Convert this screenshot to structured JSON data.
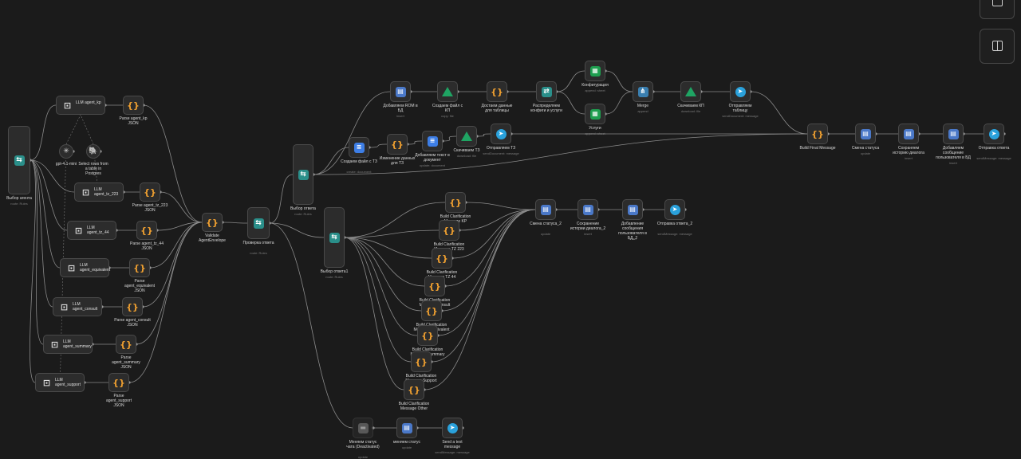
{
  "canvas": {
    "nodes": [
      {
        "id": "route_start",
        "label": "Выбор агента",
        "sub": "route: Rules",
        "icon": "filter",
        "kind": "switch"
      },
      {
        "id": "llm_kp",
        "label": "LLM agent_kp",
        "icon": "robot",
        "kind": "agent"
      },
      {
        "id": "parse_kp",
        "label": "Parse agent_kp JSON",
        "icon": "code"
      },
      {
        "id": "gpt_model",
        "label": "gpt-4.1-mini",
        "icon": "openai",
        "kind": "sub"
      },
      {
        "id": "pg_tool",
        "label": "Select rows from a table in Postgres",
        "icon": "postgres",
        "kind": "sub"
      },
      {
        "id": "llm_tz223",
        "label": "LLM agent_tz_223",
        "icon": "robot",
        "kind": "agent"
      },
      {
        "id": "parse_tz223",
        "label": "Parse agent_tz_223 JSON",
        "icon": "code"
      },
      {
        "id": "llm_tz44",
        "label": "LLM agent_tz_44",
        "icon": "robot",
        "kind": "agent"
      },
      {
        "id": "parse_tz44",
        "label": "Parse agent_tz_44 JSON",
        "icon": "code"
      },
      {
        "id": "llm_equiv",
        "label": "LLM agent_equivalent",
        "icon": "robot",
        "kind": "agent"
      },
      {
        "id": "parse_equiv",
        "label": "Parse agent_equivalent JSON",
        "icon": "code"
      },
      {
        "id": "llm_consult",
        "label": "LLM agent_consult",
        "icon": "robot",
        "kind": "agent"
      },
      {
        "id": "parse_consult",
        "label": "Parse agent_consult JSON",
        "icon": "code"
      },
      {
        "id": "llm_summary",
        "label": "LLM agent_summary",
        "icon": "robot",
        "kind": "agent"
      },
      {
        "id": "parse_summary",
        "label": "Parse agent_summary JSON",
        "icon": "code"
      },
      {
        "id": "llm_support",
        "label": "LLM agent_support",
        "icon": "robot",
        "kind": "agent"
      },
      {
        "id": "parse_support",
        "label": "Parse agent_support JSON",
        "icon": "code"
      },
      {
        "id": "validate",
        "label": "Validate AgentEnvelope",
        "icon": "code"
      },
      {
        "id": "check",
        "label": "Проверка ответа",
        "sub": "route: Rules",
        "icon": "filter"
      },
      {
        "id": "choose",
        "label": "Выбор ответа",
        "sub": "route: Rules",
        "icon": "filter",
        "kind": "switch"
      },
      {
        "id": "choose1",
        "label": "Выбор ответа1",
        "sub": "route: Rules",
        "icon": "filter",
        "kind": "switch"
      },
      {
        "id": "add_rom",
        "label": "Добавляем ROM в БД",
        "sub": "insert",
        "icon": "db"
      },
      {
        "id": "create_kp",
        "label": "Создаем файл с КП",
        "sub": "copy: file",
        "icon": "drive"
      },
      {
        "id": "get_table",
        "label": "Достаем данные для таблицы",
        "icon": "code"
      },
      {
        "id": "distribute",
        "label": "Распределяем конфиги и услуги",
        "icon": "sw"
      },
      {
        "id": "config",
        "label": "Конфигурация",
        "sub": "append: sheet",
        "icon": "sheet"
      },
      {
        "id": "services",
        "label": "Услуги",
        "sub": "append: sheet",
        "icon": "sheet"
      },
      {
        "id": "merge",
        "label": "Merge",
        "sub": "append",
        "icon": "merge"
      },
      {
        "id": "download_kp",
        "label": "Скачиваем КП",
        "sub": "download: file",
        "icon": "drive"
      },
      {
        "id": "send_table",
        "label": "Отправляем таблицу",
        "sub": "sendDocument: message",
        "icon": "tg"
      },
      {
        "id": "create_tz",
        "label": "Создаем файл с ТЗ",
        "sub": "create: document",
        "icon": "doc"
      },
      {
        "id": "edit_tz",
        "label": "Изменение данных для ТЗ",
        "icon": "code"
      },
      {
        "id": "add_text",
        "label": "Добавляем текст в документ",
        "sub": "update: document",
        "icon": "doc"
      },
      {
        "id": "download_tz",
        "label": "Скачиваем ТЗ",
        "sub": "download: file",
        "icon": "drive"
      },
      {
        "id": "send_tz",
        "label": "Отправляем ТЗ",
        "sub": "sendDocument: message",
        "icon": "tg"
      },
      {
        "id": "final_msg",
        "label": "Build Final Message",
        "icon": "code"
      },
      {
        "id": "status_change",
        "label": "Смена статуса",
        "sub": "update",
        "icon": "db"
      },
      {
        "id": "save_history",
        "label": "Сохраняем историю диалога",
        "sub": "insert",
        "icon": "db"
      },
      {
        "id": "add_user_msg",
        "label": "Добавляем сообщение пользователя в БД",
        "sub": "insert",
        "icon": "db"
      },
      {
        "id": "send_answer",
        "label": "Отправка ответа",
        "sub": "sendMessage: message",
        "icon": "tg"
      },
      {
        "id": "clar_kp",
        "label": "Build Clarification Message KP",
        "icon": "code"
      },
      {
        "id": "clar_tz223",
        "label": "Build Clarification Message TZ 223",
        "icon": "code"
      },
      {
        "id": "clar_tz44",
        "label": "Build Clarification Message TZ 44",
        "icon": "code"
      },
      {
        "id": "clar_consult",
        "label": "Build Clarification Message Consult",
        "icon": "code"
      },
      {
        "id": "clar_equiv",
        "label": "Build Clarification Message Equivalent",
        "icon": "code"
      },
      {
        "id": "clar_summary",
        "label": "Build Clarification Message Summary",
        "icon": "code"
      },
      {
        "id": "clar_support",
        "label": "Build Clarification Message Support",
        "icon": "code"
      },
      {
        "id": "clar_other",
        "label": "Build Clarification Message Other",
        "icon": "code"
      },
      {
        "id": "status_change2",
        "label": "Смена статуса_2",
        "sub": "update",
        "icon": "db"
      },
      {
        "id": "save_history2",
        "label": "Сохранение истории диалога_2",
        "sub": "insert",
        "icon": "db"
      },
      {
        "id": "add_user_msg2",
        "label": "Добавление сообщения пользователя в БД_2",
        "sub": "insert",
        "icon": "db"
      },
      {
        "id": "send_answer2",
        "label": "Отправка ответа_2",
        "sub": "sendMessage: message",
        "icon": "tg"
      },
      {
        "id": "status_chat",
        "label": "Меняем статус чата (Deactivated)",
        "sub": "update",
        "icon": "chat",
        "kind": "dim"
      },
      {
        "id": "status_change3",
        "label": "меняем статус",
        "sub": "update",
        "icon": "db"
      },
      {
        "id": "send_text",
        "label": "Send a text message",
        "sub": "sendMessage: message",
        "icon": "tg"
      }
    ],
    "controls": [
      {
        "id": "ctrl_top",
        "icon": "square-icon"
      },
      {
        "id": "ctrl_panel",
        "icon": "sidebar-panel-icon"
      }
    ],
    "accent": "#f0a030",
    "wire_color": "#8a8a8a"
  }
}
